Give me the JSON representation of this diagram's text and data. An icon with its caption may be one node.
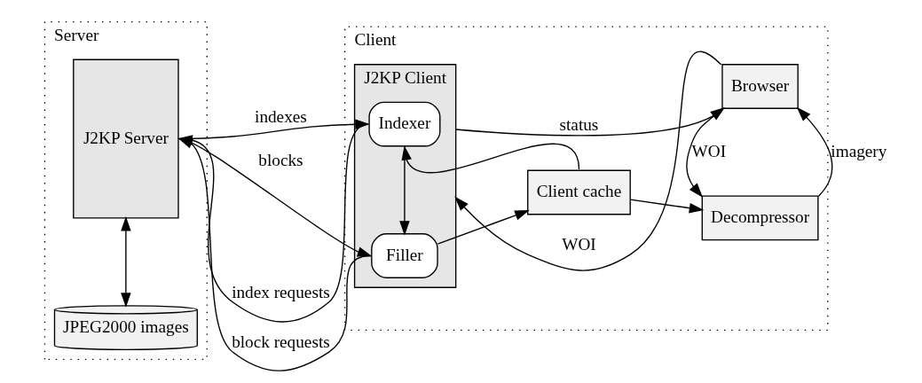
{
  "diagram": {
    "nodes": [
      {
        "text": [
          "Server"
        ]
      },
      {
        "text": [
          "J2KP Server"
        ],
        "in": 0
      },
      {
        "text": [
          "JPEG2000 images"
        ],
        "in": 0
      },
      {
        "text": [
          "Client"
        ]
      },
      {
        "text": [
          "J2KP Client"
        ],
        "in": 3
      },
      {
        "text": [
          "Indexer"
        ],
        "in": 4
      },
      {
        "text": [
          "Filler"
        ],
        "in": 4
      },
      {
        "text": [
          "Browser"
        ],
        "in": 3
      },
      {
        "text": [
          "Client cache"
        ],
        "in": 3
      },
      {
        "text": [
          "Decompressor"
        ],
        "in": 3
      }
    ],
    "edges": [
      {
        "from": 5,
        "to": 1,
        "arrow": "to",
        "label": "index requests"
      },
      {
        "from": 1,
        "to": 5,
        "arrow": "to",
        "label": "indexes"
      },
      {
        "from": 6,
        "to": 1,
        "arrow": "to",
        "label": "block requests"
      },
      {
        "from": 1,
        "to": 6,
        "arrow": "to",
        "label": "blocks"
      },
      {
        "from": 1,
        "to": 2,
        "arrow": "both"
      },
      {
        "from": 5,
        "to": 6,
        "arrow": "to"
      },
      {
        "from": 7,
        "to": 4,
        "arrow": "to",
        "label": "WOI"
      },
      {
        "from": 4,
        "to": 7,
        "arrow": "to",
        "label": "status"
      },
      {
        "from": 7,
        "to": 9,
        "arrow": "to",
        "label": "WOI"
      },
      {
        "from": 9,
        "to": 7,
        "arrow": "to",
        "label": "imagery"
      },
      {
        "from": 6,
        "to": 8,
        "arrow": "to"
      },
      {
        "from": 8,
        "to": 5,
        "arrow": "to"
      },
      {
        "from": 8,
        "to": 9,
        "arrow": "to"
      }
    ]
  }
}
